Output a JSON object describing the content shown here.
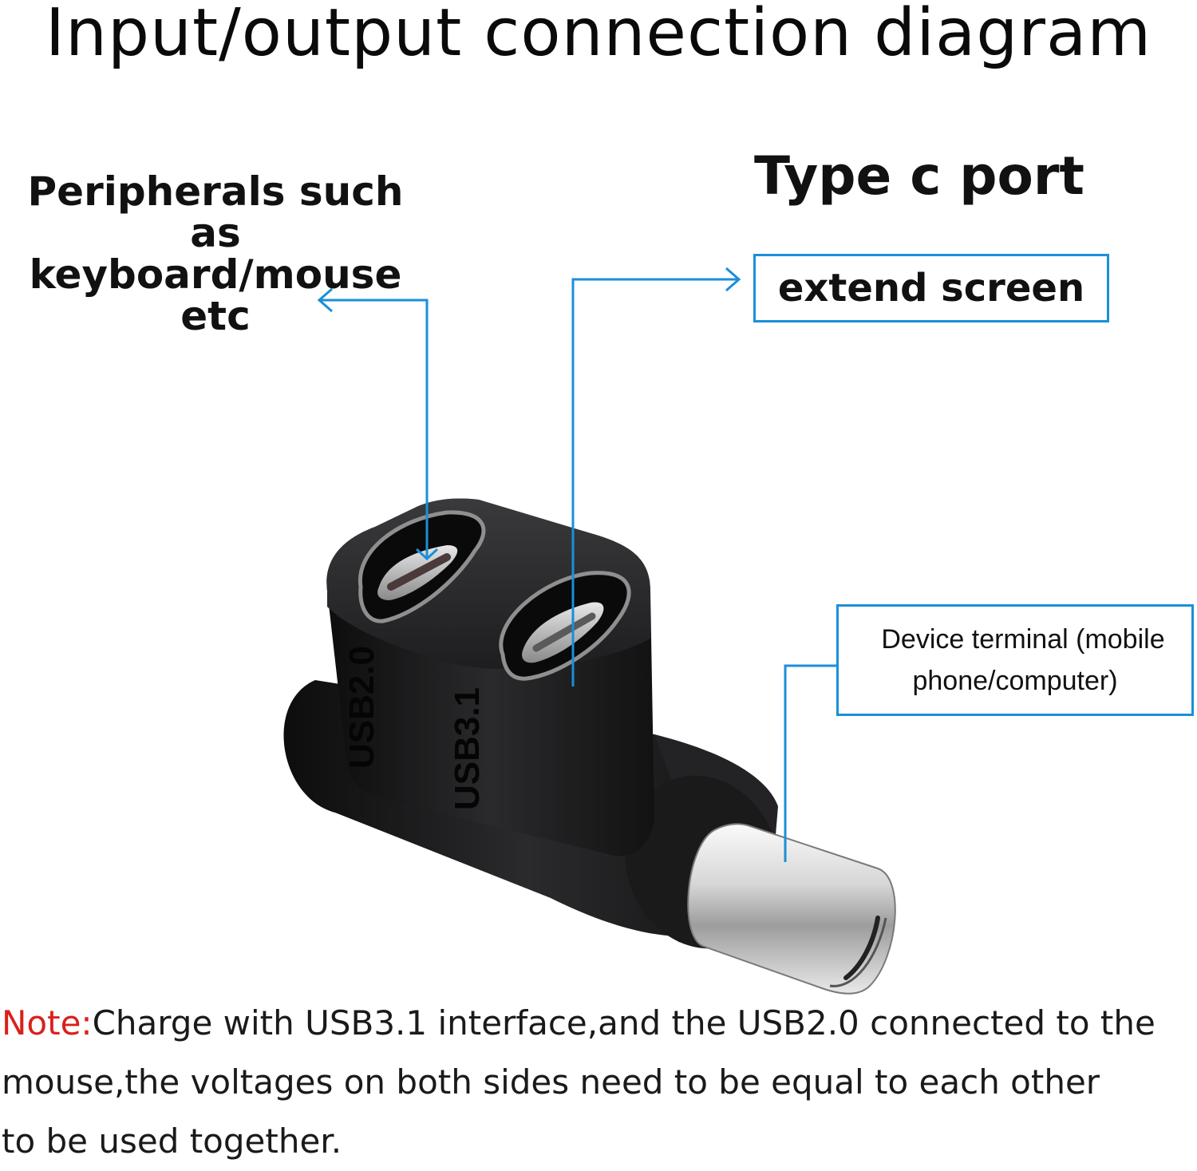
{
  "title": "Input/output connection diagram",
  "labels": {
    "peripherals_line1": "Peripherals such as",
    "peripherals_line2": "keyboard/mouse etc",
    "type_c_port": "Type c port",
    "extend_screen": "extend screen",
    "device_line1": "Device terminal (mobile",
    "device_line2": "phone/computer)"
  },
  "adapter": {
    "port_left_marking": "USB2.0",
    "port_right_marking": "USB3.1"
  },
  "note": {
    "label": "Note:",
    "text_line1": "Charge with USB3.1 interface,and the USB2.0 connected to the",
    "text_line2": "mouse,the voltages on both sides need to be equal to each other",
    "text_line3": "to be used together."
  },
  "colors": {
    "leader_line": "#1b8fd8",
    "note_label": "#d9211c",
    "adapter_body": "#1c1c1e"
  }
}
